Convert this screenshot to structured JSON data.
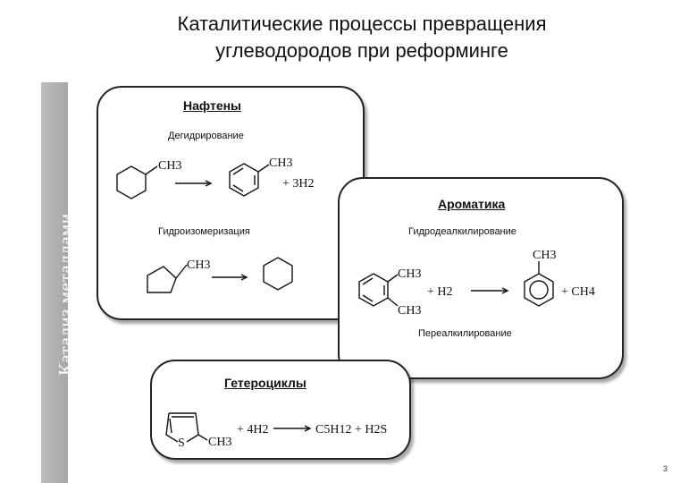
{
  "title": {
    "line1": "Каталитические процессы превращения",
    "line2": "углеводородов при реформинге"
  },
  "sidebar": {
    "text": "Катализ металлами"
  },
  "naphthenes": {
    "title": "Нафтены",
    "process1": "Дегидрирование",
    "process2": "Гидроизомеризация",
    "eq1": {
      "substituent": "CH3",
      "product_substituent": "CH3",
      "byproduct": "+ 3H2"
    },
    "eq2": {
      "substituent": "CH3"
    }
  },
  "aromatics": {
    "title": "Ароматика",
    "process1": "Гидродеалкилирование",
    "process2": "Переалкилирование",
    "eq1": {
      "sub_top": "CH3",
      "sub_bottom": "CH3",
      "reagent": "+ H2",
      "product_substituent": "CH3",
      "byproduct": "+ CH4"
    }
  },
  "heterocycles": {
    "title": "Гетероциклы",
    "eq1": {
      "heteroatom": "S",
      "substituent": "CH3",
      "reagent": "+ 4H2",
      "products": "C5H12 + H2S"
    }
  },
  "page_number": "3"
}
